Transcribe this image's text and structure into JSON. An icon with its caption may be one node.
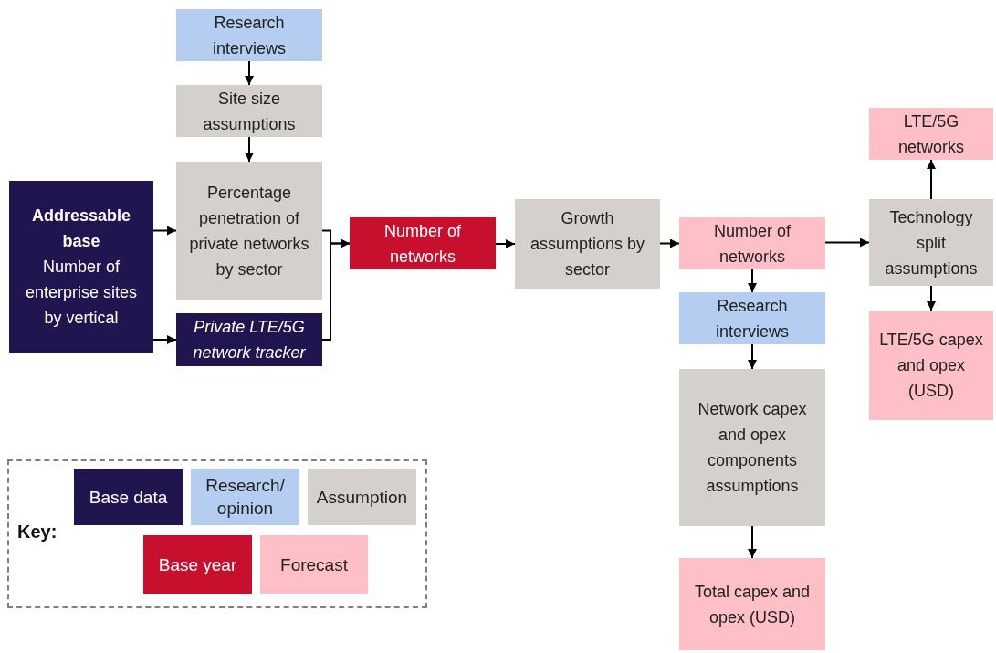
{
  "diagram": {
    "nodes": [
      {
        "text": [
          "Research interviews"
        ]
      },
      {
        "text": [
          "Site size assumptions"
        ]
      },
      {
        "text": [
          "Percentage penetration of private networks by sector"
        ]
      },
      {
        "text": [
          "Addressable base",
          "Number of enterprise sites by vertical"
        ]
      },
      {
        "text": [
          "Private LTE/5G network tracker"
        ]
      },
      {
        "text": [
          "Number of networks"
        ]
      },
      {
        "text": [
          "Growth assumptions by sector"
        ]
      },
      {
        "text": [
          "Number of networks"
        ]
      },
      {
        "text": [
          "Research interviews"
        ]
      },
      {
        "text": [
          "Network capex and opex components assumptions"
        ]
      },
      {
        "text": [
          "Total capex and opex (USD)"
        ]
      },
      {
        "text": [
          "Technology split assumptions"
        ]
      },
      {
        "text": [
          "LTE/5G networks"
        ]
      },
      {
        "text": [
          "LTE/5G capex and opex (USD)"
        ]
      }
    ],
    "edges": [
      {
        "from": 0,
        "to": 1,
        "arrow": "to"
      },
      {
        "from": 1,
        "to": 2,
        "arrow": "to"
      },
      {
        "from": 3,
        "to": 2,
        "arrow": "to"
      },
      {
        "from": 3,
        "to": 4,
        "arrow": "to"
      },
      {
        "from": 2,
        "to": 5,
        "arrow": "to"
      },
      {
        "from": 4,
        "to": 5,
        "arrow": "to"
      },
      {
        "from": 5,
        "to": 6,
        "arrow": "to"
      },
      {
        "from": 6,
        "to": 7,
        "arrow": "to"
      },
      {
        "from": 7,
        "to": 11,
        "arrow": "to"
      },
      {
        "from": 7,
        "to": 8,
        "arrow": "to"
      },
      {
        "from": 8,
        "to": 9,
        "arrow": "to"
      },
      {
        "from": 9,
        "to": 10,
        "arrow": "to"
      },
      {
        "from": 11,
        "to": 12,
        "arrow": "to"
      },
      {
        "from": 11,
        "to": 13,
        "arrow": "to"
      }
    ],
    "labels": [
      "Key:"
    ],
    "legend": [
      {
        "text": "Base data",
        "color": "#20154f"
      },
      {
        "text": "Research/ opinion",
        "color": "#b4cdf0"
      },
      {
        "text": "Assumption",
        "color": "#d4d1cd"
      },
      {
        "text": "Base year",
        "color": "#c8102e"
      },
      {
        "text": "Forecast",
        "color": "#ffbfc6"
      }
    ]
  }
}
